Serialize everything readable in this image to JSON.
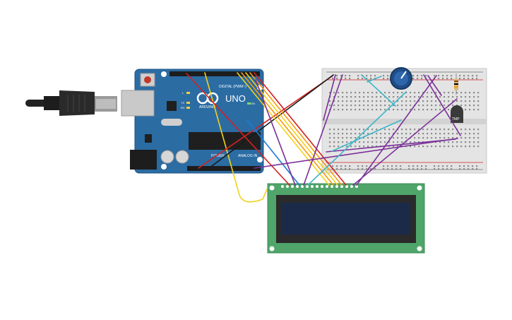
{
  "arduino": {
    "brand": "ARDUINO",
    "model": "UNO",
    "digital_label": "DIGITAL (PWM~)",
    "power_label": "POWER",
    "analog_label": "ANALOG IN",
    "led_l": "L",
    "led_tx": "TX",
    "led_rx": "RX",
    "on_label": "ON"
  },
  "sensor": {
    "label": "TMP"
  },
  "colors": {
    "board_blue": "#2b6ca3",
    "lcd_green": "#4fa56a",
    "lcd_screen": "#1c2a4a",
    "breadboard": "#e4e4e4",
    "wire_red": "#d42121",
    "wire_black": "#1a1a1a",
    "wire_yellow": "#f2d21a",
    "wire_orange": "#f59a10",
    "wire_purple": "#7b2f99",
    "wire_cyan": "#3fb6c8",
    "wire_blue": "#1d7bd6"
  }
}
